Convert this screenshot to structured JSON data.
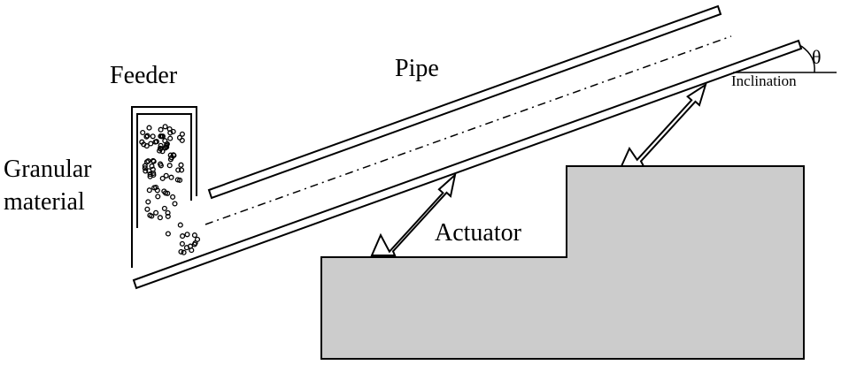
{
  "labels": {
    "feeder": "Feeder",
    "pipe": "Pipe",
    "granular_line1": "Granular",
    "granular_line2": "material",
    "actuator": "Actuator",
    "theta": "θ",
    "inclination": "Inclination"
  },
  "colors": {
    "stroke": "#000000",
    "base_fill": "#cccccc",
    "background": "#ffffff"
  }
}
